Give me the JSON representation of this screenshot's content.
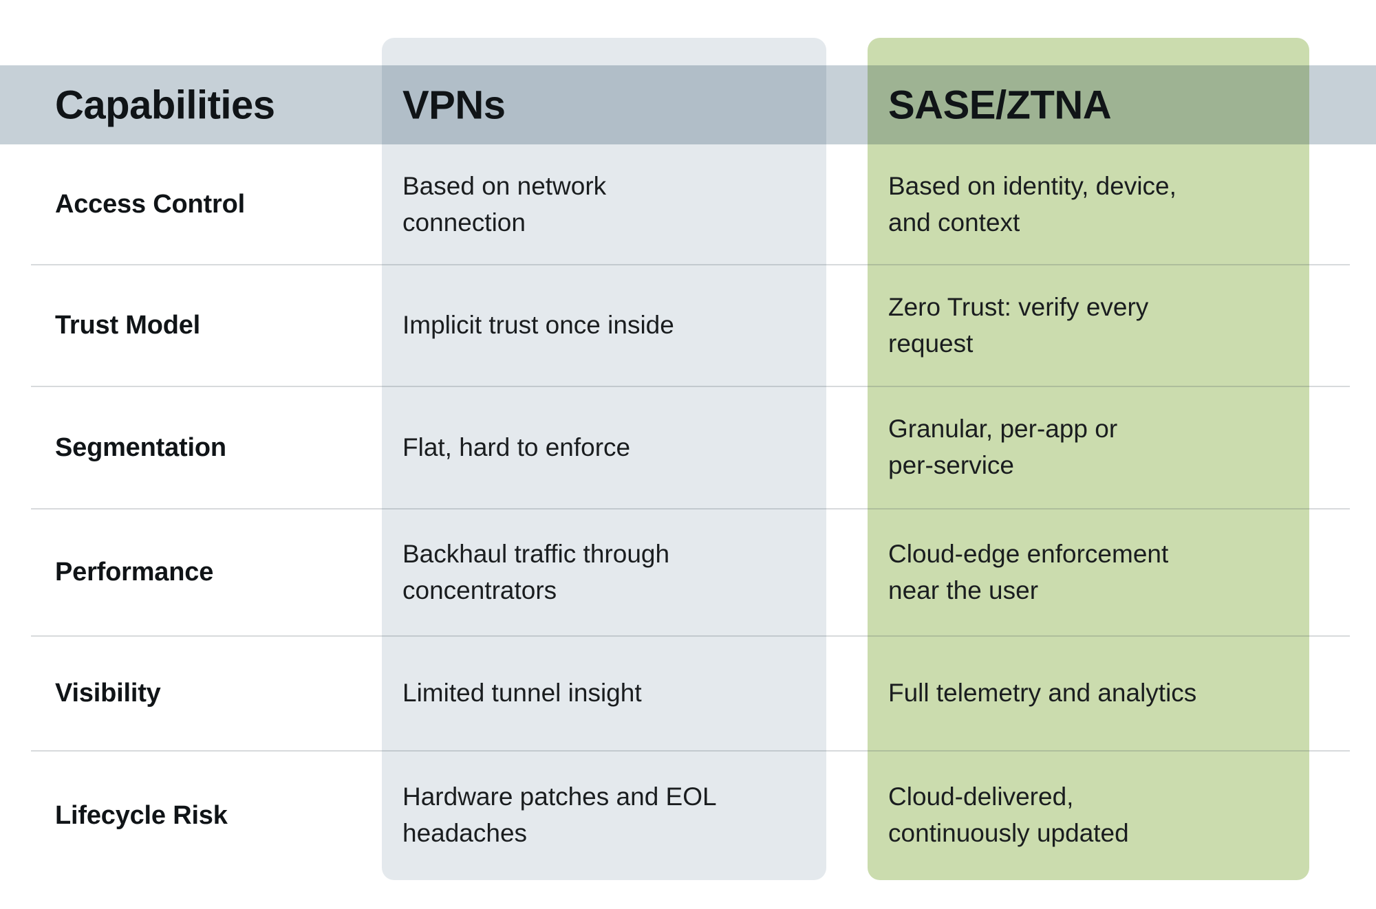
{
  "chart_data": {
    "type": "table",
    "columns": {
      "capabilities": "Capabilities",
      "vpn": "VPNs",
      "sase": "SASE/ZTNA"
    },
    "rows": [
      {
        "label": "Access Control",
        "vpn": "Based on network\nconnection",
        "sase": "Based on identity, device,\nand context"
      },
      {
        "label": "Trust Model",
        "vpn": "Implicit trust once inside",
        "sase": "Zero Trust: verify every\nrequest"
      },
      {
        "label": "Segmentation",
        "vpn": "Flat, hard to enforce",
        "sase": "Granular, per-app or\nper-service"
      },
      {
        "label": "Performance",
        "vpn": "Backhaul traffic through\nconcentrators",
        "sase": "Cloud-edge enforcement\nnear the user"
      },
      {
        "label": "Visibility",
        "vpn": "Limited tunnel insight",
        "sase": "Full telemetry and analytics"
      },
      {
        "label": "Lifecycle Risk",
        "vpn": "Hardware patches and EOL\nheadaches",
        "sase": "Cloud-delivered,\ncontinuously updated"
      }
    ],
    "layout": {
      "legend": "none",
      "grid": "horizontal row separators",
      "header_band_full_width": true
    }
  },
  "colors": {
    "header_band": "#c6d0d7",
    "vpn_column": "#e4e9ed",
    "sase_column": "#cbdcae",
    "heading_text": "#101417",
    "body_text": "#1a1d1f"
  }
}
